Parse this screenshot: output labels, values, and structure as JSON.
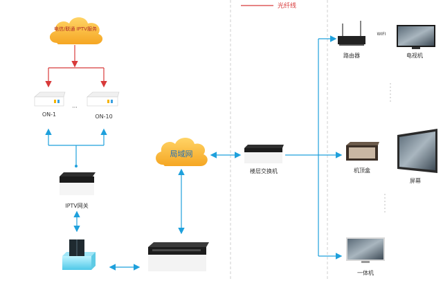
{
  "diagram": {
    "legend": {
      "label": "光纤线"
    },
    "top_cloud": {
      "label": "电信/联通 IPTV服务"
    },
    "onu_left": {
      "label": "ON-1"
    },
    "onu_right": {
      "label": "ON-10"
    },
    "dots": "···",
    "iptv_gateway": {
      "label": "IPTV网关"
    },
    "lan_cloud": {
      "label": "局域网"
    },
    "core_switch": {
      "label": ""
    },
    "access_switch": {
      "label": "楼层交换机"
    },
    "storage_device": {
      "label": ""
    },
    "router": {
      "label": "路由器",
      "link_label": "WIFI"
    },
    "tv_top": {
      "label": "电视机"
    },
    "media_box": {
      "label": "机顶盒"
    },
    "ad_screen": {
      "label": "屏幕"
    },
    "all_in_one": {
      "label": "一体机"
    },
    "colors": {
      "fiber": "#d83a3a",
      "ethernet": "#1ea0dc",
      "cloud": "#f7b733"
    }
  }
}
